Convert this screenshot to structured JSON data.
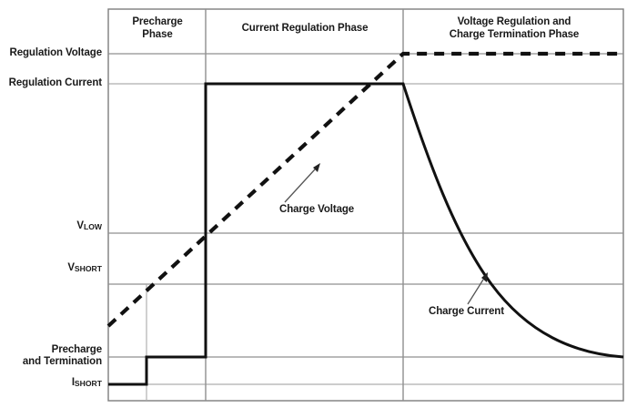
{
  "chart_data": {
    "type": "line",
    "title": "",
    "xlabel": "",
    "ylabel": "",
    "grid": true,
    "legend_position": "inline-annotations",
    "x_axis": {
      "range": [
        0,
        1
      ],
      "phase_boundaries": [
        0.19,
        0.573
      ]
    },
    "y_axis": {
      "tick_labels": [
        "Regulation Voltage",
        "Regulation Current",
        "V_LOW",
        "V_SHORT",
        "Precharge and Termination",
        "I_SHORT"
      ],
      "tick_values": [
        1.0,
        0.912,
        0.43,
        0.298,
        0.112,
        0.042
      ]
    },
    "series": [
      {
        "name": "Charge Voltage",
        "style": "dashed",
        "points": [
          {
            "x": 0.0,
            "y": 0.194
          },
          {
            "x": 0.573,
            "y": 1.0
          },
          {
            "x": 1.0,
            "y": 1.0
          }
        ]
      },
      {
        "name": "Charge Current",
        "style": "solid",
        "points": [
          {
            "x": 0.0,
            "y": 0.042
          },
          {
            "x": 0.074,
            "y": 0.042
          },
          {
            "x": 0.074,
            "y": 0.112
          },
          {
            "x": 0.19,
            "y": 0.112
          },
          {
            "x": 0.19,
            "y": 0.912
          },
          {
            "x": 0.573,
            "y": 0.912
          },
          {
            "x": 1.0,
            "y": 0.112
          }
        ],
        "decay": "exponential"
      }
    ],
    "annotations": [
      {
        "text": "Charge Voltage",
        "target_series": "Charge Voltage"
      },
      {
        "text": "Charge Current",
        "target_series": "Charge Current"
      }
    ]
  },
  "phases": [
    {
      "id": "precharge",
      "label_line1": "Precharge",
      "label_line2": "Phase"
    },
    {
      "id": "current-regulation",
      "label_line1": "Current Regulation Phase",
      "label_line2": ""
    },
    {
      "id": "voltage-regulation",
      "label_line1": "Voltage Regulation and",
      "label_line2": "Charge Termination Phase"
    }
  ],
  "y_labels": {
    "regulation_voltage": "Regulation Voltage",
    "regulation_current": "Regulation Current",
    "v_low_base": "V",
    "v_low_sub": "LOW",
    "v_short_base": "V",
    "v_short_sub": "SHORT",
    "precharge_line1": "Precharge",
    "precharge_line2": "and Termination",
    "i_short_base": "I",
    "i_short_sub": "SHORT"
  },
  "annotations": {
    "charge_voltage": "Charge Voltage",
    "charge_current": "Charge Current"
  },
  "colors": {
    "curve": "#111111",
    "grid": "#8f8f8f",
    "border": "#7d7d7d",
    "text": "#1a1a1a",
    "background": "#ffffff"
  }
}
